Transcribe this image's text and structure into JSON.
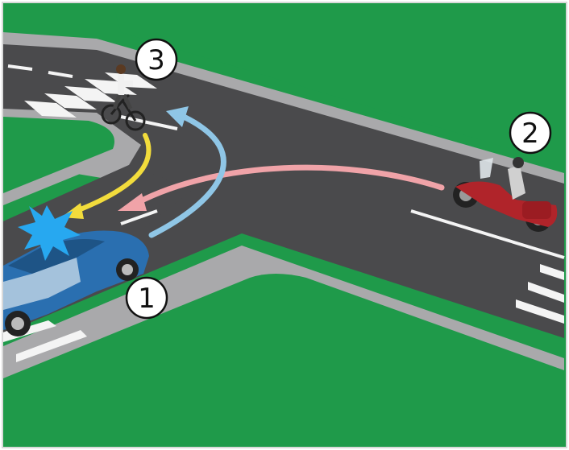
{
  "labels": {
    "car": "1",
    "motorcycle": "2",
    "cyclist": "3"
  },
  "colors": {
    "grass": "#1f9a4a",
    "road": "#4a4a4c",
    "sidewalk": "#a9a9ab",
    "car_body": "#2a6fb0",
    "arrow_yellow": "#f2dc3c",
    "arrow_blue": "#8fc6e6",
    "arrow_pink": "#f0a3a8",
    "collision_star": "#27a8f0",
    "motorcycle_body": "#b0242a"
  },
  "icons": [
    "car-icon",
    "motorcycle-icon",
    "bicycle-icon",
    "collision-icon"
  ]
}
